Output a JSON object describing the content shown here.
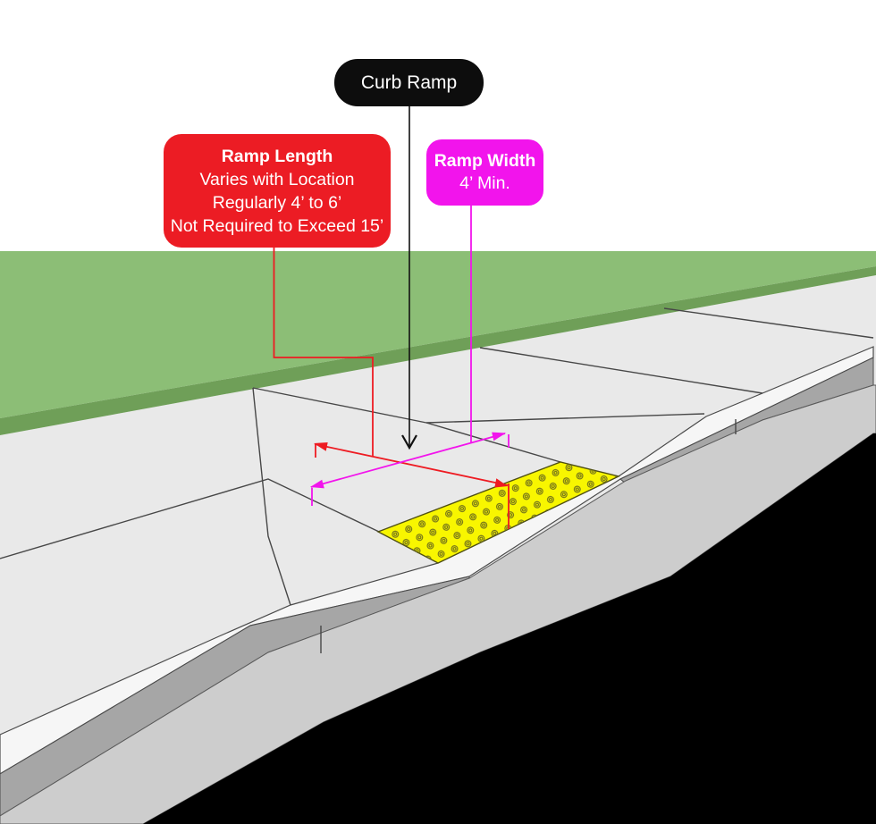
{
  "annotations": {
    "curb_ramp": {
      "label": "Curb Ramp",
      "bg": "#0D0D0D",
      "text_color": "#FFFFFF"
    },
    "ramp_length": {
      "title": "Ramp Length",
      "lines": [
        "Varies with Location",
        "Regularly 4’ to 6’",
        "Not Required to Exceed 15’"
      ],
      "bg": "#EC1C24",
      "text_color": "#FFFFFF"
    },
    "ramp_width": {
      "title": "Ramp Width",
      "lines": [
        "4’ Min."
      ],
      "bg": "#F214EC",
      "text_color": "#FFFFFF"
    }
  },
  "scene": {
    "colors": {
      "background": "#FFFFFF",
      "grass": "#8CBE76",
      "grass_edge": "#6F9F58",
      "sidewalk": "#E9E9E9",
      "curb_top": "#F6F6F6",
      "curb_face": "#A6A6A6",
      "gutter": "#CDCDCD",
      "asphalt": "#000000",
      "joint_line": "#474747",
      "tactile_pad": "#F8F600",
      "tactile_dome": "#6B6B1C",
      "dim_red": "#EE1B22",
      "dim_magenta": "#F214EC",
      "dim_black": "#111111"
    }
  }
}
